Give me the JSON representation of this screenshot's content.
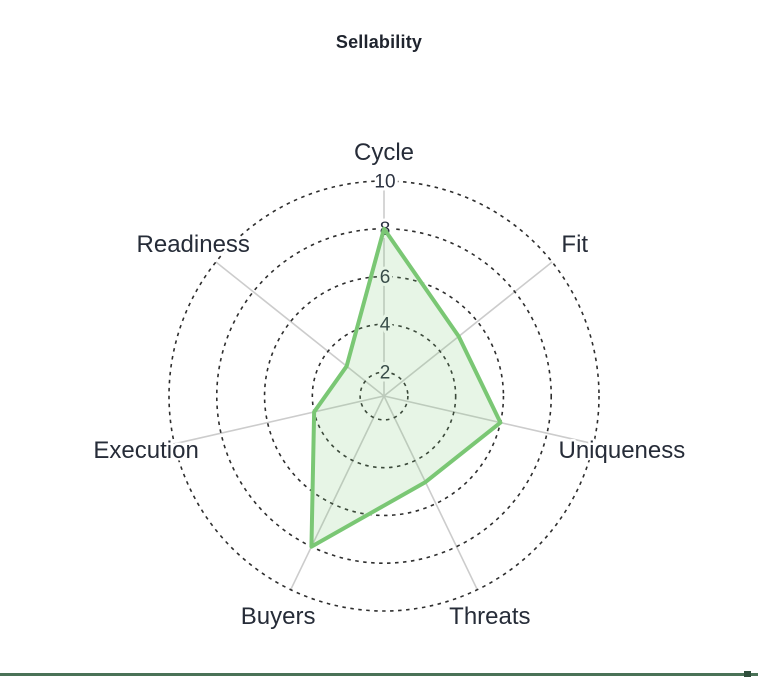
{
  "title": "Sellability",
  "colors": {
    "background": "#ffffff",
    "series_line": "#7ac774",
    "series_fill": "#7ac774",
    "series_fill_opacity": 0.18,
    "grid_ring": "#2e2e2e",
    "axis_spoke": "#cccccc",
    "category_label": "#262c38",
    "tick_label": "#2b3240",
    "title_color": "#1f242e",
    "divider": "#4a7257",
    "divider_nub": "#2f4f3c"
  },
  "chart_data": {
    "type": "radar",
    "title": "Sellability",
    "categories": [
      "Cycle",
      "Fit",
      "Uniqueness",
      "Threats",
      "Buyers",
      "Execution",
      "Readiness"
    ],
    "series": [
      {
        "name": "Sellability",
        "values": [
          8,
          5,
          6,
          5,
          8,
          4,
          3
        ]
      }
    ],
    "radial_ticks": [
      2,
      4,
      6,
      8,
      10
    ],
    "radial_range": [
      1,
      10
    ],
    "tick_labels": [
      "2",
      "4",
      "6",
      "8",
      "10"
    ],
    "layout": {
      "center_x": 384,
      "center_y": 396,
      "outer_radius": 215,
      "category_label_radius": 244,
      "start_angle_deg": 90,
      "direction": "clockwise",
      "grid_style": "dashed-circles",
      "legend": "none",
      "category_font_size": 24,
      "tick_font_size": 19
    }
  }
}
